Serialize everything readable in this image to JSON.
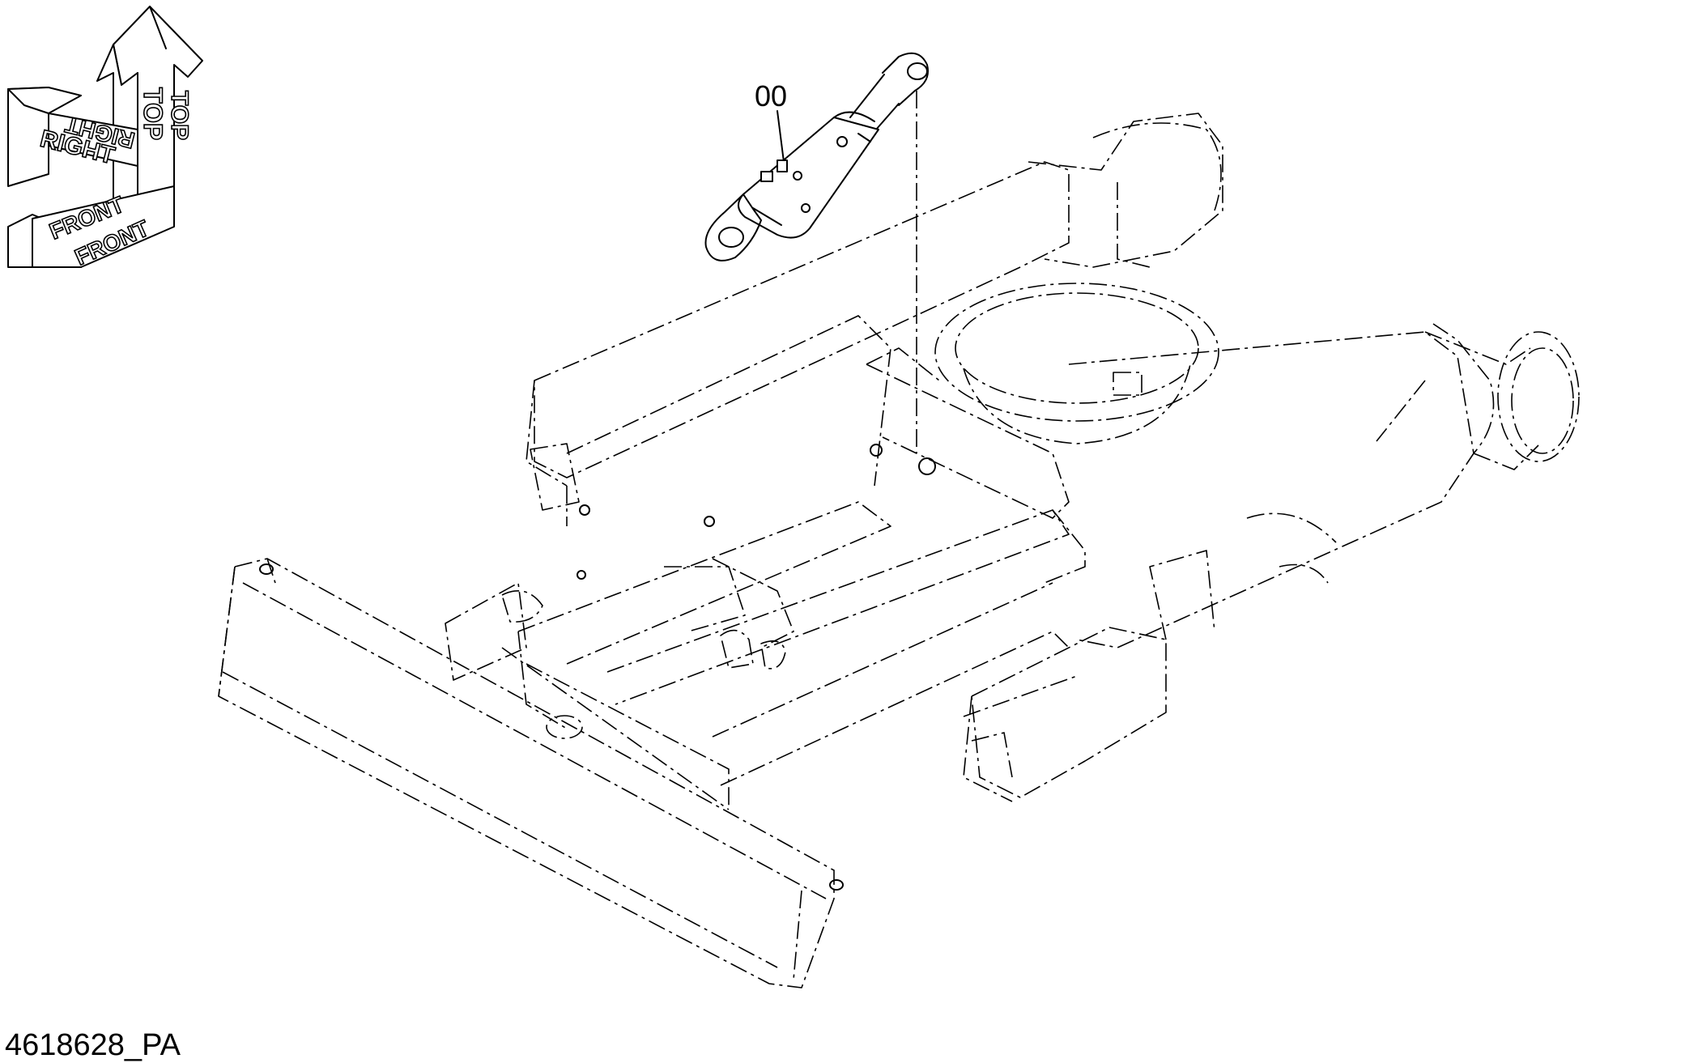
{
  "orientation_arrows": {
    "top_label": "TOP",
    "right_label": "RIGHT",
    "front_label": "FRONT"
  },
  "callouts": [
    {
      "label": "00"
    }
  ],
  "drawing_id": "4618628_PA"
}
